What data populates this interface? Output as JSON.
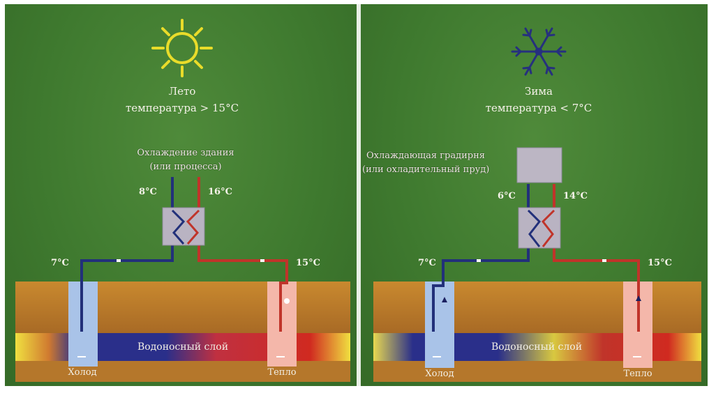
{
  "summer": {
    "title": "Лето",
    "subtitle": "температура > 15°С",
    "device_label_line1": "Охлаждение здания",
    "device_label_line2": "(или процесса)",
    "hx_left_temp": "8°C",
    "hx_right_temp": "16°C",
    "pipe_left_temp": "7°C",
    "pipe_right_temp": "15°C",
    "aquifer_label": "Водоносный слой",
    "cold_label": "Холод",
    "warm_label": "Тепло",
    "icon": "sun-icon",
    "icon_color": "#f0e030"
  },
  "winter": {
    "title": "Зима",
    "subtitle": "температура < 7°С",
    "device_label_line1": "Охлаждающая градирня",
    "device_label_line2": "(или охладительный пруд)",
    "hx_left_temp": "6°C",
    "hx_right_temp": "14°C",
    "pipe_left_temp": "7°C",
    "pipe_right_temp": "15°C",
    "aquifer_label": "Водоносный слой",
    "cold_label": "Холод",
    "warm_label": "Тепло",
    "icon": "snowflake-icon",
    "icon_color": "#2a2f8a"
  },
  "colors": {
    "cold_pipe": "#22307a",
    "warm_pipe": "#c0342a",
    "ground": "#b97a2c",
    "cold_well": "#a9c3e8",
    "warm_well": "#f4b7aa"
  }
}
